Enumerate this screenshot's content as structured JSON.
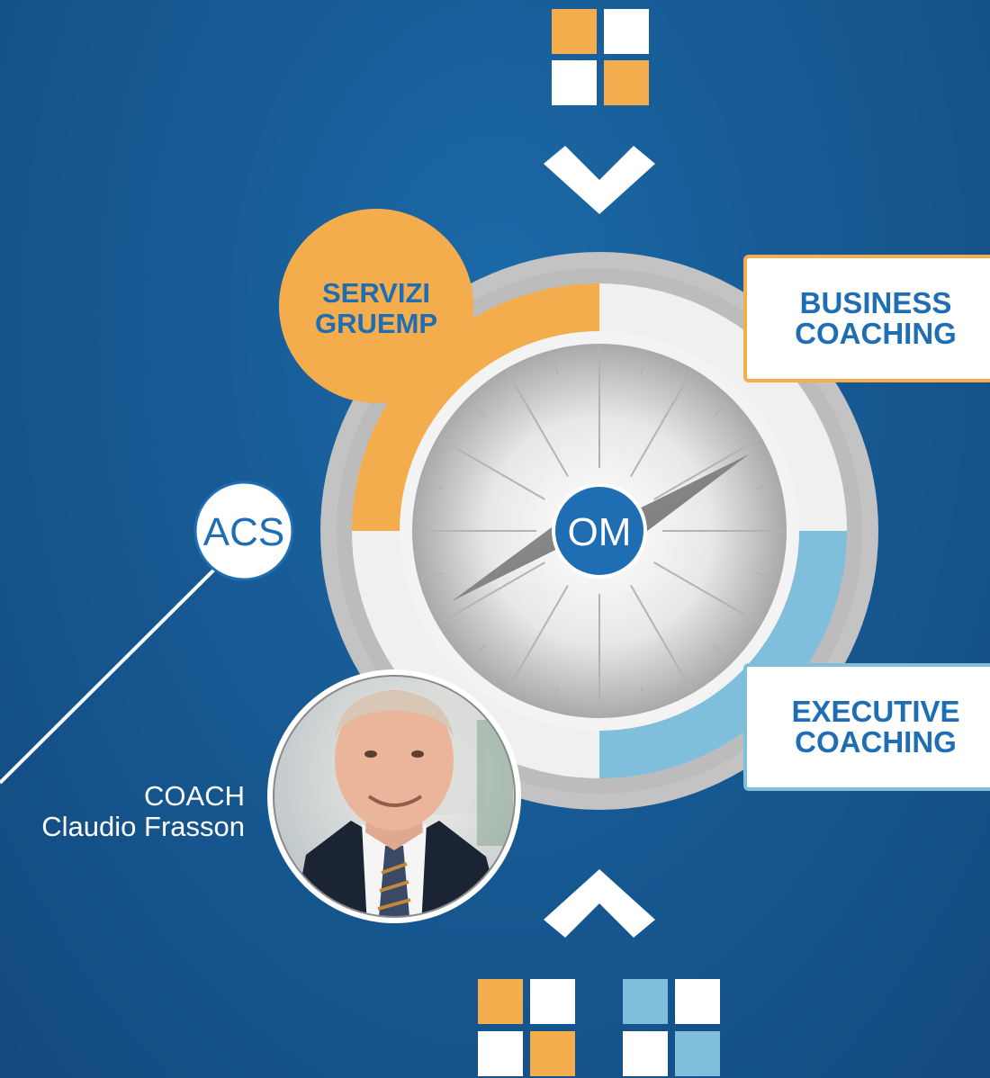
{
  "center_label": "OM",
  "servizi": {
    "line1": "SERVIZI",
    "line2": "GRUEMP"
  },
  "acs_label": "ACS",
  "business": {
    "line1": "BUSINESS",
    "line2": "COACHING"
  },
  "executive": {
    "line1": "EXECUTIVE",
    "line2": "COACHING"
  },
  "coach": {
    "title": "COACH",
    "name": "Claudio Frasson"
  },
  "colors": {
    "background": "#175a94",
    "orange": "#f3ad4c",
    "light_blue": "#7fbfdc",
    "dark_blue": "#1f6eb4",
    "ring_gray": "#c3c3c3",
    "white": "#ffffff"
  },
  "icons": {
    "top_grid": "orange-white-grid-icon",
    "down_chevron": "chevron-down-icon",
    "up_chevron": "chevron-up-icon",
    "bottom_left_grid": "orange-white-grid-icon",
    "bottom_right_grid": "blue-white-grid-icon",
    "compass": "compass-icon",
    "portrait": "coach-portrait"
  }
}
